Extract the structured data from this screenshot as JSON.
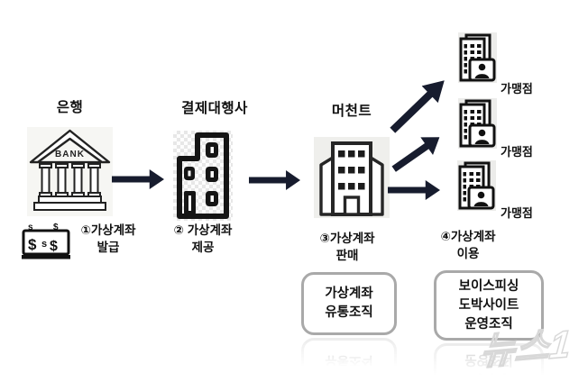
{
  "headings": {
    "bank": "은행",
    "pg": "결제대행사",
    "merchant": "머천트"
  },
  "bank_sign": "BANK",
  "money_symbols": {
    "top_left": "s",
    "top_right": "$",
    "big_left": "$",
    "mid": "s",
    "big_right": "$"
  },
  "steps": [
    {
      "num": "①",
      "text": "가상계좌",
      "sub": "발급"
    },
    {
      "num": "②",
      "text": "가상계좌",
      "sub": "제공"
    },
    {
      "num": "③",
      "text": "가상계좌",
      "sub": "판매"
    },
    {
      "num": "④",
      "text": "가상계좌",
      "sub": "이용"
    }
  ],
  "franchise_labels": [
    "가맹점",
    "가맹점",
    "가맹점"
  ],
  "org_boxes": [
    {
      "lines": [
        "가상계좌",
        "유통조직"
      ]
    },
    {
      "lines": [
        "보이스피싱",
        "도박사이트",
        "운영조직"
      ]
    }
  ],
  "watermark": "뉴스1",
  "colors": {
    "arrow": "#171c2e",
    "box_border": "#a9a9a9",
    "icon_bg": "#efefec",
    "icon_stroke": "#1c1c1c",
    "watermark_stroke": "#d8d8d8"
  }
}
